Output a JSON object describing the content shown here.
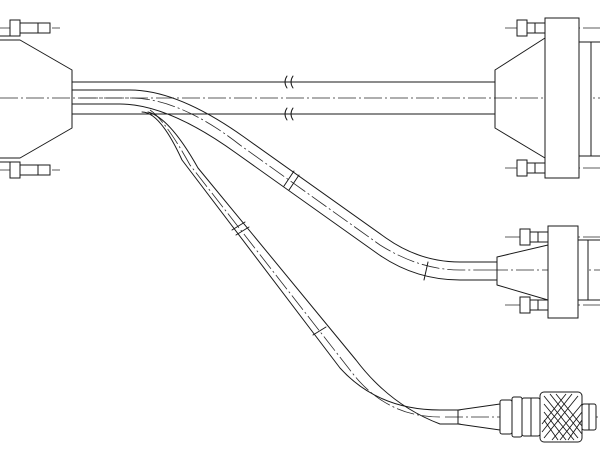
{
  "drawing": {
    "components": [
      {
        "name": "connector-left-main",
        "kind": "d-sub"
      },
      {
        "name": "connector-right-main",
        "kind": "d-sub"
      },
      {
        "name": "connector-right-middle",
        "kind": "d-sub"
      },
      {
        "name": "connector-bottom-round",
        "kind": "circular"
      }
    ],
    "cables": [
      {
        "name": "cable-main"
      },
      {
        "name": "cable-branch-upper"
      },
      {
        "name": "cable-branch-lower"
      }
    ]
  }
}
